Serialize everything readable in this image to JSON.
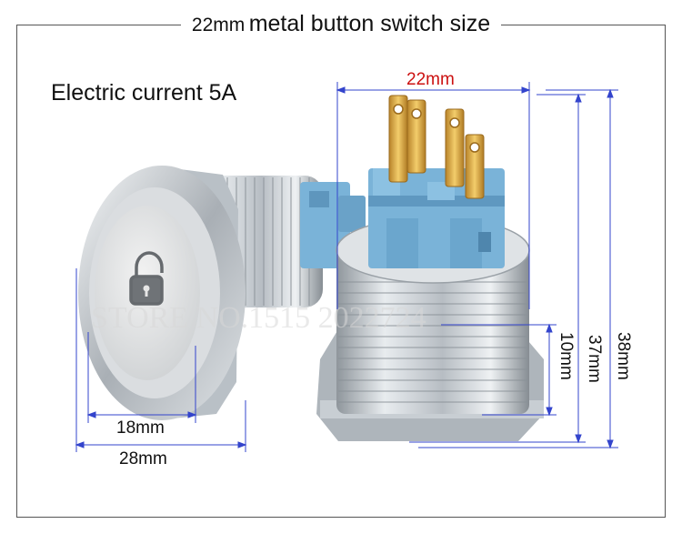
{
  "title": {
    "prefix": "22mm",
    "main": "metal button switch size"
  },
  "subtitle": "Electric current 5A",
  "watermark": "STORE NO.1515 2022724",
  "dimensions": {
    "top_width": "22mm",
    "face_diameter": "18mm",
    "body_diameter": "28mm",
    "thread_height": "10mm",
    "body_length": "37mm",
    "total_length": "38mm"
  },
  "colors": {
    "dimension_line": "#3344cc",
    "top_width_label": "#cc1111",
    "connector_blue": "#7ab3d8",
    "terminal_gold": "#d7a53a",
    "metal": "#c9ced3"
  },
  "icons": {
    "button_symbol": "padlock-unlocked-icon"
  }
}
